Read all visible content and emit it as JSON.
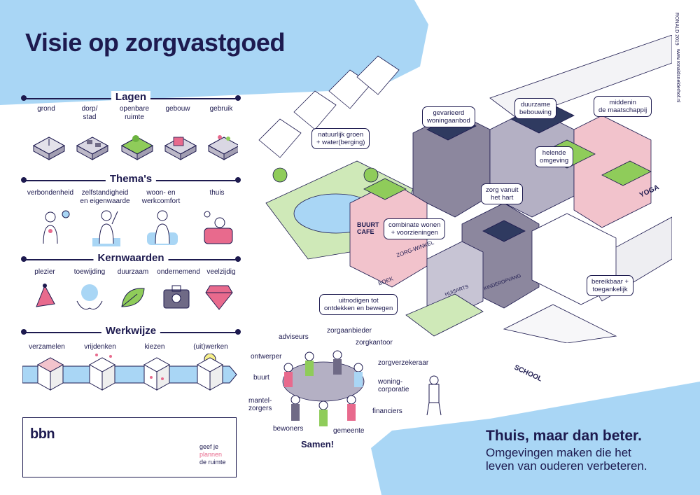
{
  "title": "Visie op zorgvastgoed",
  "sections": {
    "lagen": {
      "title": "Lagen",
      "items": [
        {
          "label": "grond",
          "icon": "ground-block-icon"
        },
        {
          "label": "dorp/\nstad",
          "icon": "village-block-icon"
        },
        {
          "label": "openbare\nruimte",
          "icon": "public-space-block-icon"
        },
        {
          "label": "gebouw",
          "icon": "building-block-icon"
        },
        {
          "label": "gebruik",
          "icon": "people-block-icon"
        }
      ]
    },
    "themas": {
      "title": "Thema's",
      "items": [
        {
          "label": "verbondenheid",
          "icon": "connected-person-icon"
        },
        {
          "label": "zelfstandigheid\nen eigenwaarde",
          "icon": "proud-person-icon"
        },
        {
          "label": "woon- en\nwerkcomfort",
          "icon": "comfort-person-icon"
        },
        {
          "label": "thuis",
          "icon": "armchair-person-icon"
        }
      ]
    },
    "kernwaarden": {
      "title": "Kernwaarden",
      "items": [
        {
          "label": "plezier",
          "icon": "party-hat-icon"
        },
        {
          "label": "toewijding",
          "icon": "hands-globe-icon"
        },
        {
          "label": "duurzaam",
          "icon": "leaf-icon"
        },
        {
          "label": "ondernemend",
          "icon": "briefcase-bulb-icon"
        },
        {
          "label": "veelzijdig",
          "icon": "gem-icon"
        }
      ]
    },
    "werkwijze": {
      "title": "Werkwijze",
      "items": [
        {
          "label": "verzamelen",
          "icon": "collect-box-icon"
        },
        {
          "label": "vrijdenken",
          "icon": "think-box-icon"
        },
        {
          "label": "kiezen",
          "icon": "choose-box-icon"
        },
        {
          "label": "(uit)werken",
          "icon": "bulb-box-icon"
        }
      ]
    }
  },
  "callouts": {
    "natuurlijk_groen": "natuurlijk groen\n+ water(berging)",
    "gevarieerd": "gevarieerd\nwoningaanbod",
    "duurzame": "duurzame\nbebouwing",
    "middenin": "middenin\nde maatschappij",
    "helende": "helende\nomgeving",
    "zorg_vanuit": "zorg vanuit\nhet hart",
    "combinatie": "combinate wonen\n+ voorzieningen",
    "bereikbaar": "bereikbaar +\ntoegankelijk",
    "uitnodigen": "uitnodigen tot\nontdekken en bewegen"
  },
  "building_signs": {
    "buurt_cafe": "BUURT\nCAFE",
    "yoga": "YOGA",
    "zorg_winkel": "ZORG-WINKEL",
    "kinderopvang": "KINDEROPVANG",
    "huisarts": "HUISARTS",
    "school": "SCHOOL",
    "boek": "BOEK"
  },
  "roles": {
    "adviseurs": "adviseurs",
    "zorgaanbieder": "zorgaanbieder",
    "zorgkantoor": "zorgkantoor",
    "ontwerper": "ontwerper",
    "zorgverzekeraar": "zorgverzekeraar",
    "buurt": "buurt",
    "woningcorporatie": "woning-\ncorporatie",
    "mantelzorgers": "mantel-\nzorgers",
    "financiers": "financiers",
    "bewoners": "bewoners",
    "gemeente": "gemeente"
  },
  "samen": "Samen!",
  "tagline": {
    "title": "Thuis, maar dan beter.",
    "line1": "Omgevingen maken die het",
    "line2": "leven van ouderen verbeteren."
  },
  "branding": {
    "logo": "bbn",
    "tag1": "geef je",
    "tag2": "plannen",
    "tag3": "de ruimte"
  },
  "signature": "RONALD 2019",
  "website": "www.ronaldsnelderhof.nl",
  "colors": {
    "navy": "#1d1a4f",
    "light_blue": "#a9d6f5",
    "pink": "#e86a8d",
    "green": "#8fcc5a",
    "rose": "#f2c3cc",
    "gray": "#7a7590"
  }
}
